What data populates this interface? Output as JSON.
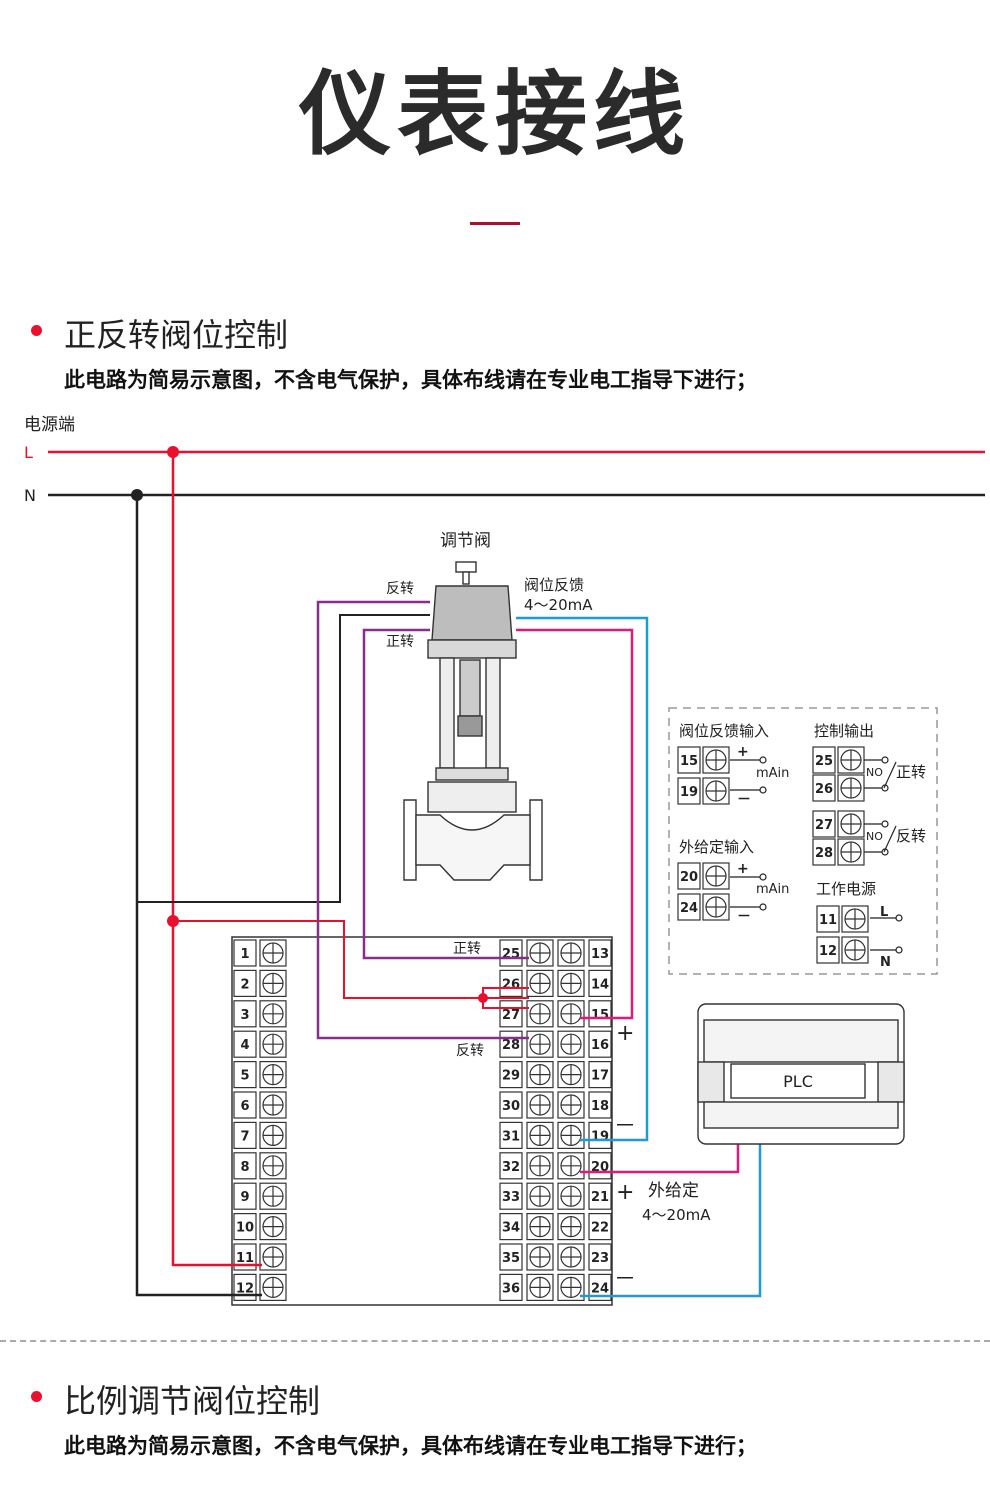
{
  "title": "仪表接线",
  "section1": {
    "title": "正反转阀位控制",
    "note": "此电路为简易示意图，不含电气保护，具体布线请在专业电工指导下进行；"
  },
  "section2": {
    "title": "比例调节阀位控制",
    "note": "此电路为简易示意图，不含电气保护，具体布线请在专业电工指导下进行；"
  },
  "diagram": {
    "power_label": "电源端",
    "L_label": "L",
    "N_label": "N",
    "valve_label": "调节阀",
    "reverse_label": "反转",
    "forward_label": "正转",
    "feedback_label": "阀位反馈",
    "feedback_range": "4～20mA",
    "left_terminals": [
      "1",
      "2",
      "3",
      "4",
      "5",
      "6",
      "7",
      "8",
      "9",
      "10",
      "11",
      "12"
    ],
    "mid_terminals": [
      "25",
      "26",
      "27",
      "28",
      "29",
      "30",
      "31",
      "32",
      "33",
      "34",
      "35",
      "36"
    ],
    "right_terminals": [
      "13",
      "14",
      "15",
      "16",
      "17",
      "18",
      "19",
      "20",
      "21",
      "22",
      "23",
      "24"
    ],
    "plus_sign": "+",
    "minus_sign": "－",
    "external_label": "外给定",
    "external_range": "4～20mA",
    "plc_label": "PLC",
    "legend": {
      "feedback_title": "阀位反馈输入",
      "feedback_terminals": [
        "15",
        "19"
      ],
      "unit_mAin": "mAin",
      "external_title": "外给定输入",
      "external_terminals": [
        "20",
        "24"
      ],
      "control_title": "控制输出",
      "control_terminals": [
        "25",
        "26",
        "27",
        "28"
      ],
      "no_label": "NO",
      "forward": "正转",
      "reverse": "反转",
      "power_title": "工作电源",
      "power_terminals": [
        "11",
        "12"
      ],
      "L": "L",
      "N": "N"
    }
  },
  "colors": {
    "accent_red": "#e8102e",
    "line_purple": "#8e2a8e",
    "line_magenta": "#e0197d",
    "line_blue": "#1e9ad6",
    "line_black": "#222222",
    "title_rule": "#a3162a"
  }
}
